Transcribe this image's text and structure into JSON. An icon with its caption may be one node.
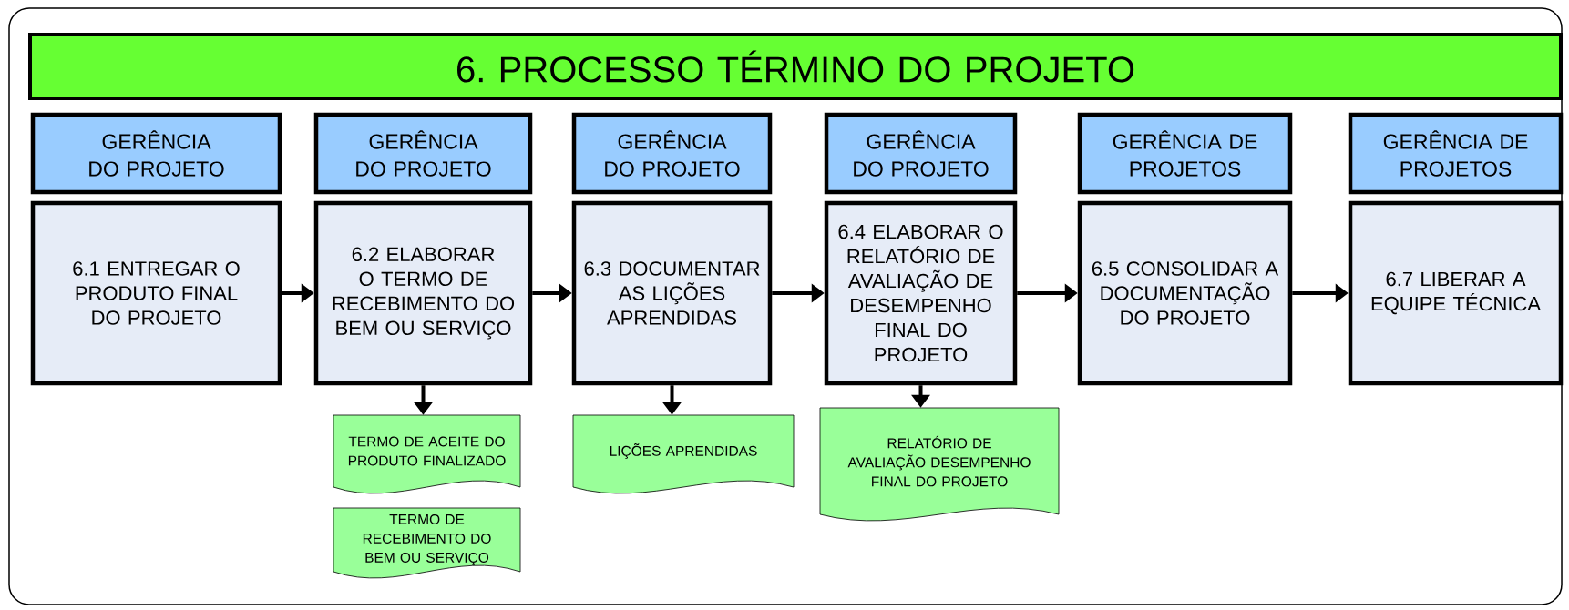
{
  "diagram": {
    "nodes": [
      {
        "text": [
          "6. PROCESSO TÉRMINO DO PROJETO"
        ]
      },
      {
        "text": [
          "GERÊNCIA DO PROJETO"
        ]
      },
      {
        "text": [
          "GERÊNCIA DO PROJETO"
        ]
      },
      {
        "text": [
          "GERÊNCIA DO PROJETO"
        ]
      },
      {
        "text": [
          "GERÊNCIA DO PROJETO"
        ]
      },
      {
        "text": [
          "GERÊNCIA DE PROJETOS"
        ]
      },
      {
        "text": [
          "GERÊNCIA DE PROJETOS"
        ]
      },
      {
        "text": [
          "6.1 ENTREGAR O PRODUTO FINAL DO PROJETO"
        ]
      },
      {
        "text": [
          "6.2 ELABORAR O TERMO DE RECEBIMENTO DO BEM OU SERVIÇO"
        ]
      },
      {
        "text": [
          "6.3 DOCUMENTAR AS LIÇÕES APRENDIDAS"
        ]
      },
      {
        "text": [
          "6.4 ELABORAR O RELATÓRIO DE AVALIAÇÃO DE DESEMPENHO FINAL DO PROJETO"
        ]
      },
      {
        "text": [
          "6.5 CONSOLIDAR A DOCUMENTAÇÃO DO PROJETO"
        ]
      },
      {
        "text": [
          "6.7 LIBERAR A EQUIPE TÉCNICA"
        ]
      },
      {
        "text": [
          "TERMO DE ACEITE DO PRODUTO FINALIZADO"
        ]
      },
      {
        "text": [
          "TERMO DE RECEBIMENTO DO BEM OU SERVIÇO"
        ]
      },
      {
        "text": [
          "LIÇÕES APRENDIDAS"
        ]
      },
      {
        "text": [
          "RELATÓRIO DE AVALIAÇÃO DESEMPENHO FINAL DO PROJETO"
        ]
      }
    ],
    "edges": [
      {
        "from": 7,
        "to": 8,
        "arrow": "to"
      },
      {
        "from": 8,
        "to": 9,
        "arrow": "to"
      },
      {
        "from": 9,
        "to": 10,
        "arrow": "to"
      },
      {
        "from": 10,
        "to": 11,
        "arrow": "to"
      },
      {
        "from": 11,
        "to": 12,
        "arrow": "to"
      },
      {
        "from": 8,
        "to": 13,
        "arrow": "to"
      },
      {
        "from": 9,
        "to": 15,
        "arrow": "to"
      },
      {
        "from": 10,
        "to": 16,
        "arrow": "to"
      }
    ]
  }
}
